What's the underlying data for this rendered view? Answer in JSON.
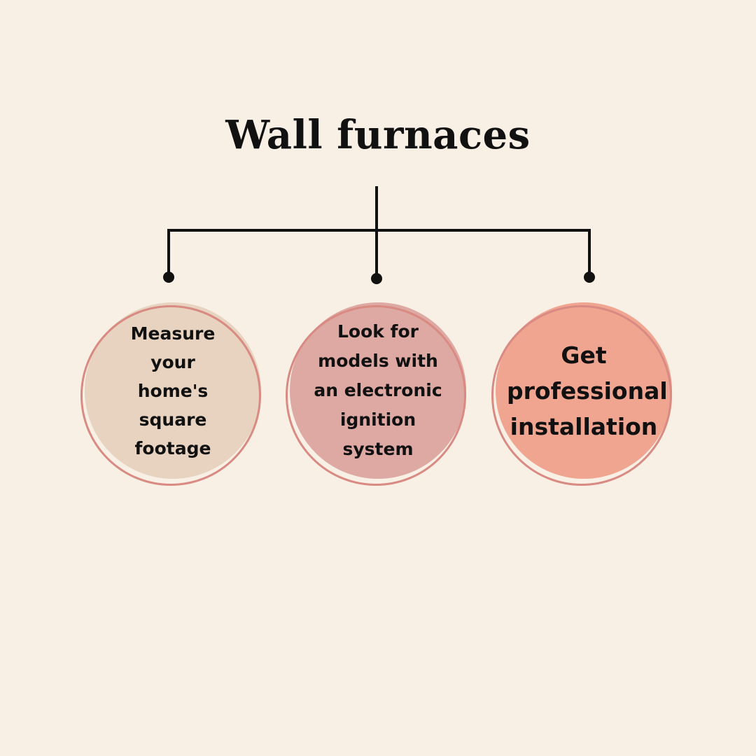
{
  "title": "Wall furnaces",
  "nodes": [
    {
      "label": "Measure your home's square footage"
    },
    {
      "label": "Look for models with an electronic ignition system"
    },
    {
      "label": "Get professional installation"
    }
  ],
  "colors": {
    "background": "#f8f0e5",
    "line": "#111111",
    "ring": "#d98a82",
    "node_1_fill": "#e7d3bf",
    "node_2_fill": "#dea8a3",
    "node_3_fill": "#f0a591"
  }
}
